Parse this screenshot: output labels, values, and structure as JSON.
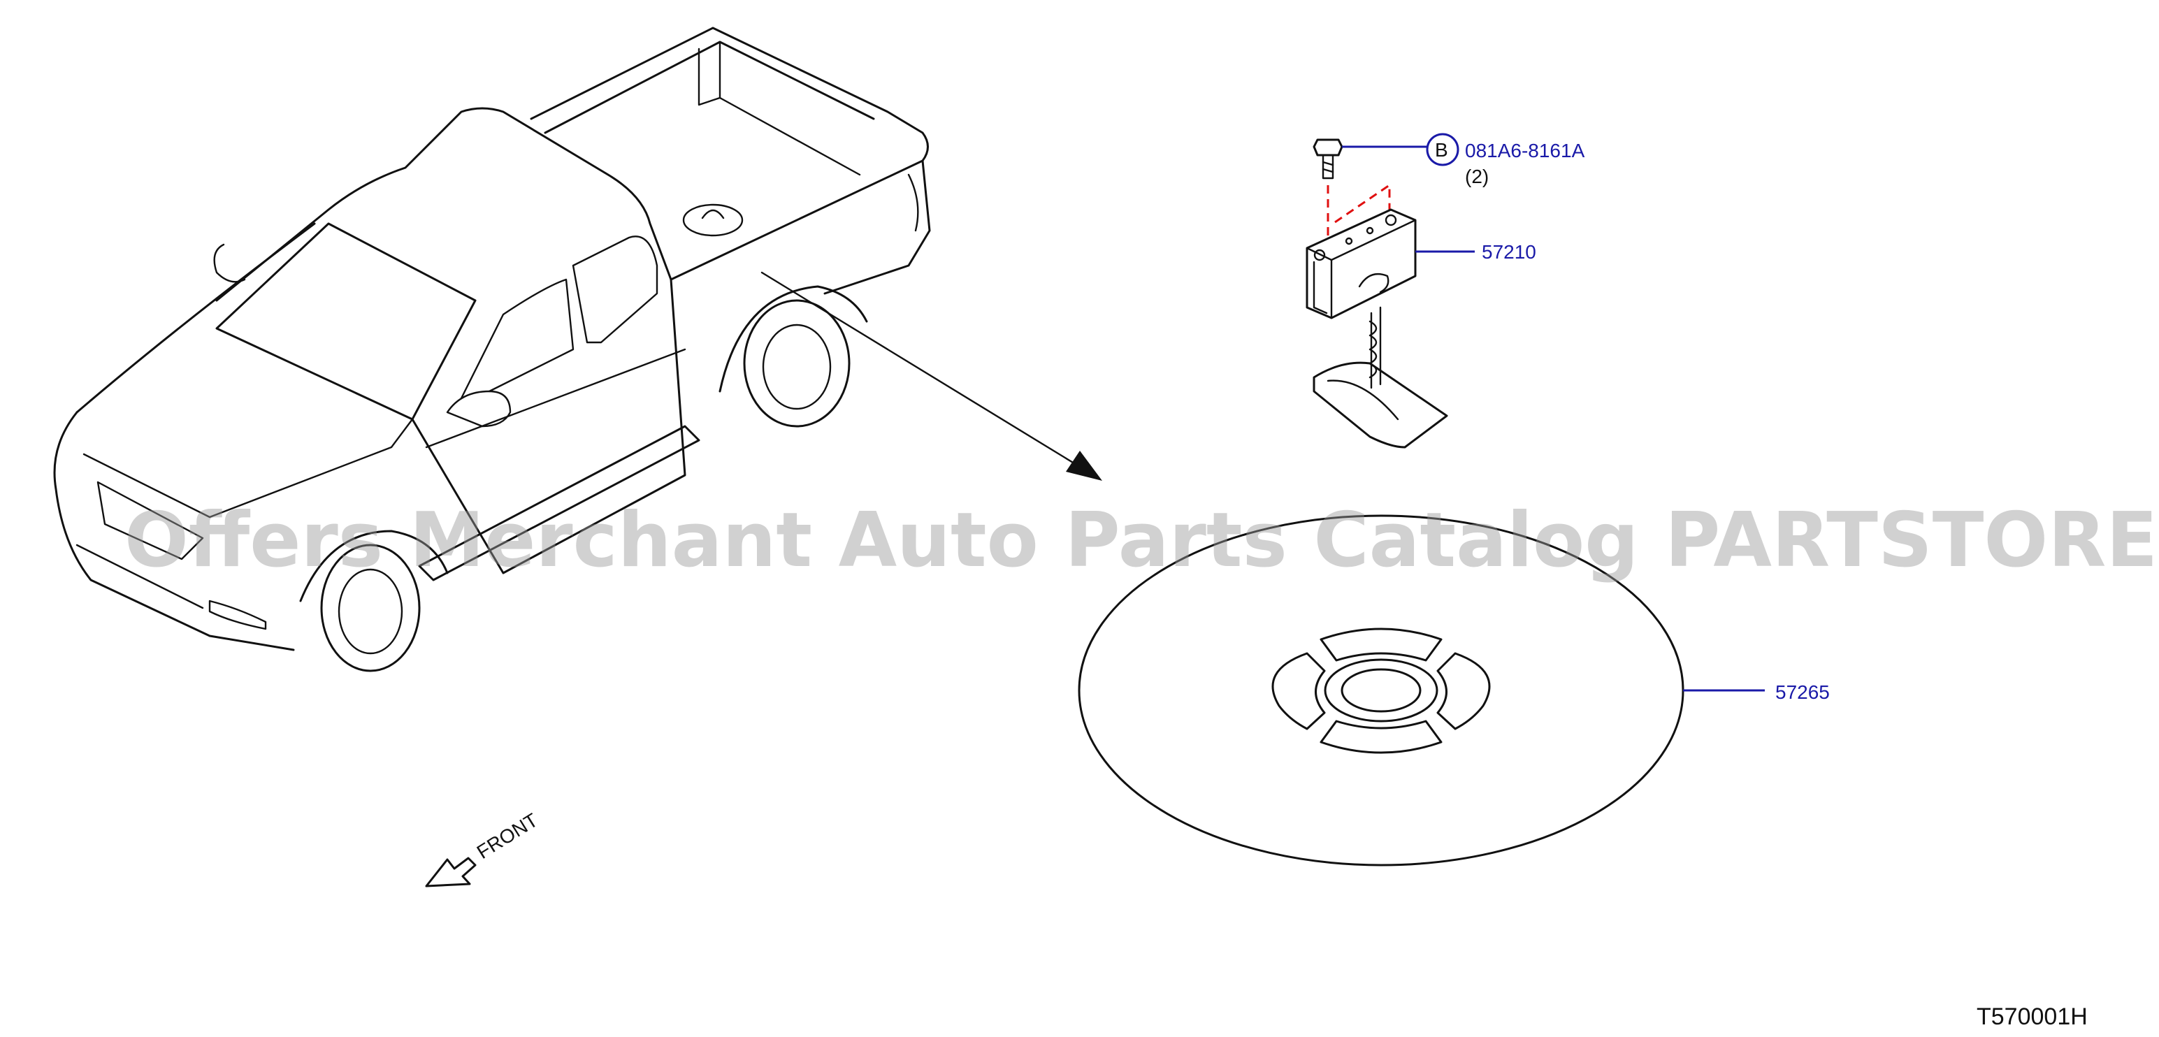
{
  "watermark": "Offers Merchant Auto Parts Catalog PARTSTORE.SA",
  "parts": {
    "bolt": {
      "circle_letter": "B",
      "number": "081A6-8161A",
      "qty": "(2)"
    },
    "hanger": {
      "number": "57210"
    },
    "spare_tire": {
      "number": "57265"
    }
  },
  "front_label": "FRONT",
  "diagram_code": "T570001H",
  "colors": {
    "part_number": "#1a1aa8",
    "install_line": "#e01010",
    "watermark": "#9a9a9a"
  }
}
